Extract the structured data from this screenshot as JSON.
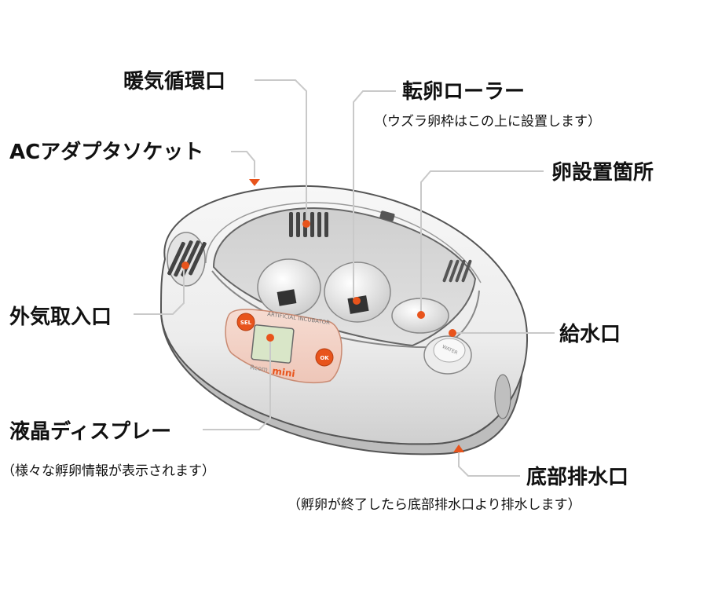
{
  "accent_color": "#e8541c",
  "labels": {
    "heating_vent": "暖気循環口",
    "turning_roller": "転卵ローラー",
    "turning_roller_note": "（ウズラ卵枠はこの上に設置します）",
    "ac_socket": "ACアダプタソケット",
    "egg_position": "卵設置箇所",
    "air_intake": "外気取入口",
    "water_inlet": "給水口",
    "lcd": "液晶ディスプレー",
    "lcd_note": "（様々な孵卵情報が表示されます）",
    "drain": "底部排水口",
    "drain_note": "（孵卵が終了したら底部排水口より排水します）"
  },
  "device": {
    "panel_brand": "Rcom",
    "panel_model": "mini",
    "panel_header": "ARTIFICIAL INCUBATOR",
    "sel_button": "SEL",
    "ok_button": "OK",
    "water_cap": "WATER"
  }
}
